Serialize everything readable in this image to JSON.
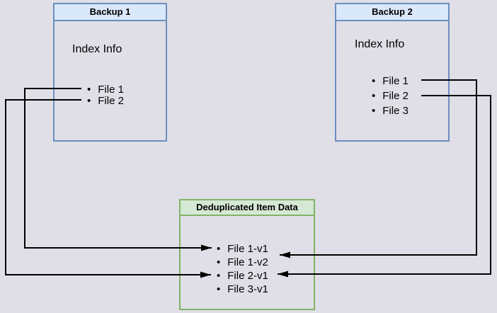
{
  "backup1": {
    "title": "Backup 1",
    "section_label": "Index Info",
    "items": [
      "File 1",
      "File 2"
    ]
  },
  "backup2": {
    "title": "Backup 2",
    "section_label": "Index Info",
    "items": [
      "File 1",
      "File 2",
      "File 3"
    ]
  },
  "dedup": {
    "title": "Deduplicated Item Data",
    "items": [
      "File 1-v1",
      "File 1-v2",
      "File 2-v1",
      "File 3-v1"
    ]
  },
  "arrows": [
    {
      "from": "Backup 1 / File 1",
      "to": "File 1-v1"
    },
    {
      "from": "Backup 1 / File 2",
      "to": "File 2-v1"
    },
    {
      "from": "Backup 2 / File 1",
      "to": "File 1-v2"
    },
    {
      "from": "Backup 2 / File 2",
      "to": "File 2-v1"
    }
  ],
  "colors": {
    "canvas_background": "#e0dfe7",
    "blue_node_border": "#6c8ebf",
    "blue_node_title_fill": "#dae8fc",
    "green_node_border": "#82b366",
    "green_node_title_fill": "#d5e8d4",
    "arrow": "#000000",
    "text": "#000000"
  }
}
